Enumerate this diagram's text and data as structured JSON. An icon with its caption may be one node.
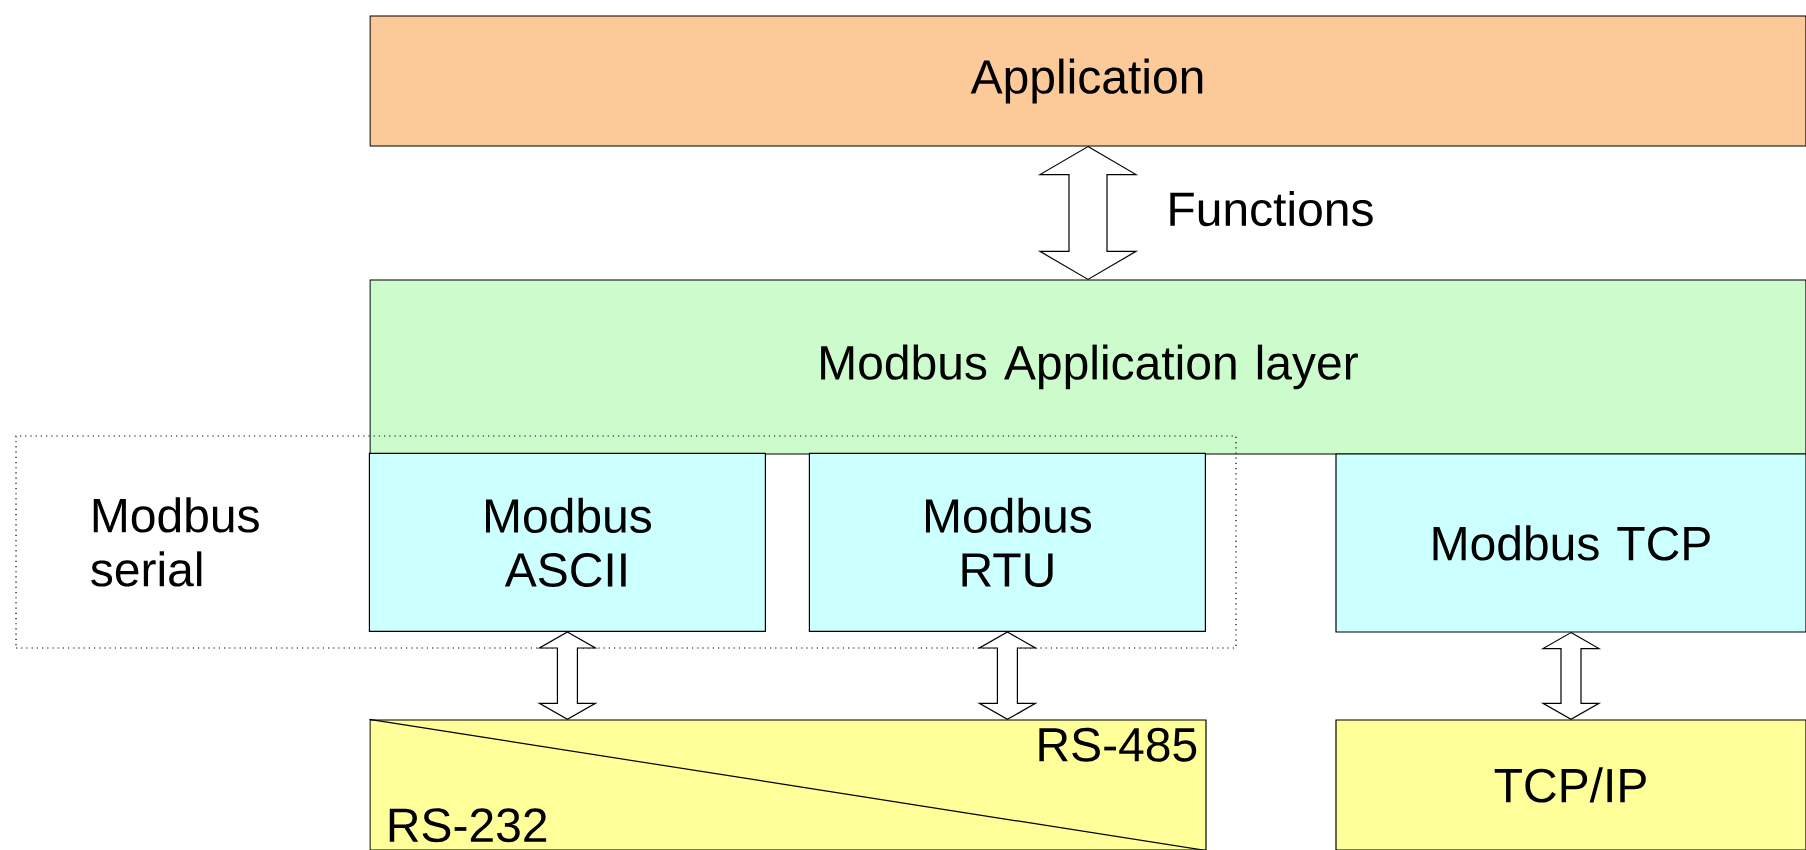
{
  "diagram": {
    "nodes": [
      {
        "text": [
          "Application"
        ]
      },
      {
        "text": [
          "Modbus Application layer"
        ]
      },
      {
        "text": [
          "Modbus serial"
        ]
      },
      {
        "text": [
          "Modbus ASCII"
        ],
        "in": 2
      },
      {
        "text": [
          "Modbus RTU"
        ],
        "in": 2
      },
      {
        "text": [
          "Modbus TCP"
        ]
      },
      {
        "text": [
          "RS-485",
          "RS-232"
        ]
      },
      {
        "text": [
          "TCP/IP"
        ]
      }
    ],
    "edges": [
      {
        "from": 0,
        "to": 1,
        "arrow": "both",
        "label": "Functions"
      },
      {
        "from": 3,
        "to": 6,
        "arrow": "both"
      },
      {
        "from": 4,
        "to": 6,
        "arrow": "both"
      },
      {
        "from": 5,
        "to": 7,
        "arrow": "both"
      }
    ]
  }
}
